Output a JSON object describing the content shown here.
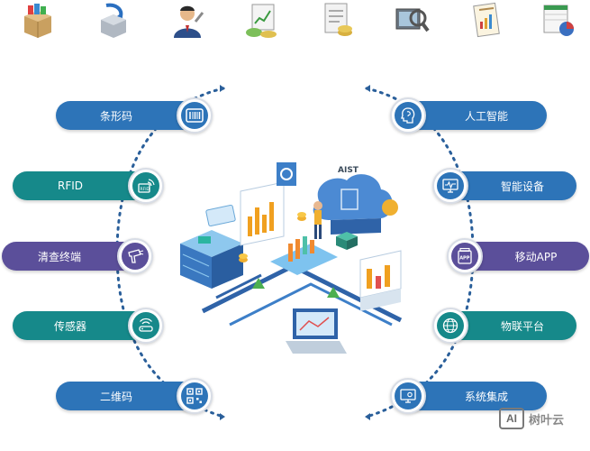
{
  "top_items": [
    {
      "label": "",
      "icon": "inventory-box-icon"
    },
    {
      "label": "",
      "icon": "shipping-box-icon"
    },
    {
      "label": "",
      "icon": "technician-icon"
    },
    {
      "label": "",
      "icon": "finance-chart-icon"
    },
    {
      "label": "",
      "icon": "document-money-icon"
    },
    {
      "label": "",
      "icon": "monitor-search-icon"
    },
    {
      "label": "",
      "icon": "report-chart-icon"
    },
    {
      "label": "",
      "icon": "spreadsheet-pie-icon"
    }
  ],
  "left_items": [
    {
      "label": "条形码",
      "icon": "barcode-icon",
      "color": "blue"
    },
    {
      "label": "RFID",
      "icon": "rfid-icon",
      "color": "teal"
    },
    {
      "label": "清查终端",
      "icon": "handheld-scanner-icon",
      "color": "purple"
    },
    {
      "label": "传感器",
      "icon": "sensor-icon",
      "color": "teal"
    },
    {
      "label": "二维码",
      "icon": "qrcode-icon",
      "color": "blue"
    }
  ],
  "right_items": [
    {
      "label": "人工智能",
      "icon": "ai-head-icon",
      "color": "blue"
    },
    {
      "label": "智能设备",
      "icon": "smart-device-icon",
      "color": "blue"
    },
    {
      "label": "移动APP",
      "icon": "mobile-app-icon",
      "color": "purple"
    },
    {
      "label": "物联平台",
      "icon": "iot-globe-icon",
      "color": "teal"
    },
    {
      "label": "系统集成",
      "icon": "system-integration-icon",
      "color": "blue"
    }
  ],
  "center": {
    "label_ai": "AIST"
  },
  "watermark": {
    "box": "AI",
    "text": "树叶云"
  },
  "colors": {
    "blue": "#2d74b8",
    "teal": "#16898a",
    "purple": "#5b4f9a",
    "dots": "#2a5f9a"
  }
}
